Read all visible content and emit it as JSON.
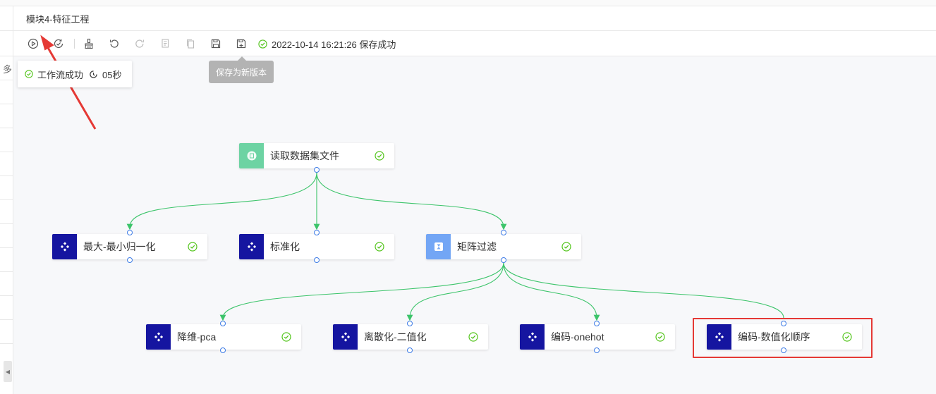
{
  "page": {
    "title": "模块4-特征工程"
  },
  "toolbar": {
    "buttons": [
      {
        "name": "run-icon",
        "enabled": true
      },
      {
        "name": "refresh-check-icon",
        "enabled": true
      },
      {
        "name": "clear-brush-icon",
        "enabled": true
      },
      {
        "name": "undo-icon",
        "enabled": true
      },
      {
        "name": "redo-icon",
        "enabled": false
      },
      {
        "name": "copy-icon",
        "enabled": false
      },
      {
        "name": "paste-icon",
        "enabled": false
      },
      {
        "name": "save-icon",
        "enabled": true
      },
      {
        "name": "save-as-version-icon",
        "enabled": true
      }
    ],
    "save_status": "2022-10-14 16:21:26 保存成功",
    "tooltip": "保存为新版本"
  },
  "left_panel": {
    "fragment": "多"
  },
  "run_toast": {
    "status": "工作流成功",
    "duration": "05秒"
  },
  "colors": {
    "node_dark": "#1515a0",
    "read_node": "#6dd3a3",
    "filter_node": "#73a6f5",
    "edge": "#3cc46a",
    "check": "#52c41a",
    "highlight": "#e53935"
  },
  "nodes": {
    "read": {
      "label": "读取数据集文件",
      "icon": "file-icon",
      "status": "success"
    },
    "minmax": {
      "label": "最大-最小归一化",
      "icon": "diamond-grid-icon",
      "status": "success"
    },
    "standard": {
      "label": "标准化",
      "icon": "diamond-grid-icon",
      "status": "success"
    },
    "filter": {
      "label": "矩阵过滤",
      "icon": "hourglass-icon",
      "status": "success"
    },
    "pca": {
      "label": "降维-pca",
      "icon": "diamond-grid-icon",
      "status": "success"
    },
    "binarize": {
      "label": "离散化-二值化",
      "icon": "diamond-grid-icon",
      "status": "success"
    },
    "onehot": {
      "label": "编码-onehot",
      "icon": "diamond-grid-icon",
      "status": "success"
    },
    "ordinal": {
      "label": "编码-数值化顺序",
      "icon": "diamond-grid-icon",
      "status": "success"
    }
  }
}
